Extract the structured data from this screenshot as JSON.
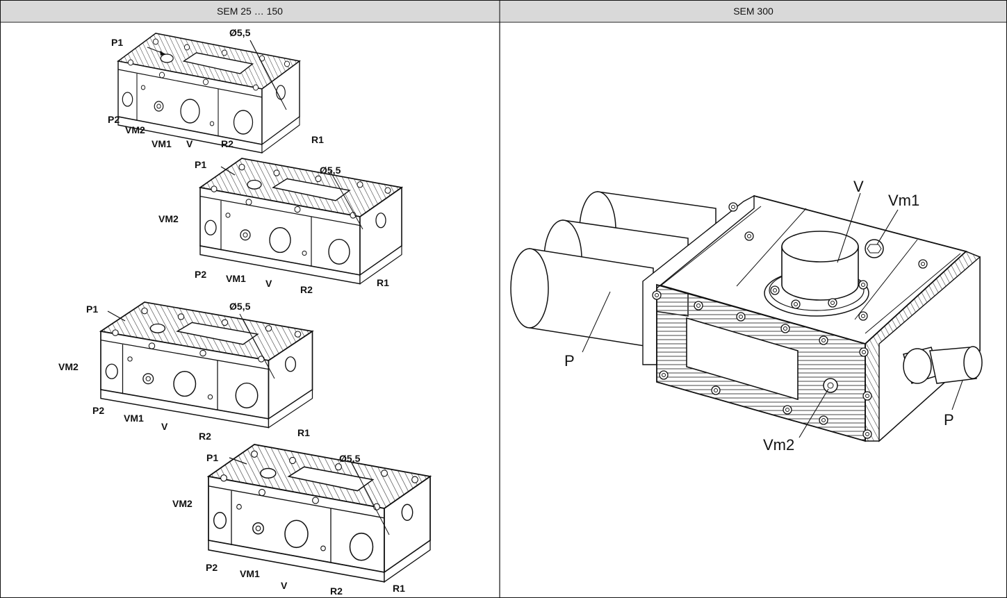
{
  "table": {
    "columns": [
      {
        "header": "SEM 25 … 150"
      },
      {
        "header": "SEM 300"
      }
    ]
  },
  "left_figure": {
    "views": [
      {
        "labels": {
          "p1": "P1",
          "d": "Ø5,5",
          "p2": "P2",
          "vm2": "VM2",
          "vm1": "VM1",
          "v": "V",
          "r2": "R2",
          "r1": "R1"
        }
      },
      {
        "labels": {
          "p1": "P1",
          "d": "Ø5,5",
          "p2": "P2",
          "vm2": "VM2",
          "vm1": "VM1",
          "v": "V",
          "r2": "R2",
          "r1": "R1"
        }
      },
      {
        "labels": {
          "p1": "P1",
          "d": "Ø5,5",
          "p2": "P2",
          "vm2": "VM2",
          "vm1": "VM1",
          "v": "V",
          "r2": "R2",
          "r1": "R1"
        }
      },
      {
        "labels": {
          "p1": "P1",
          "d": "Ø5,5",
          "p2": "P2",
          "vm2": "VM2",
          "vm1": "VM1",
          "v": "V",
          "r2": "R2",
          "r1": "R1"
        }
      }
    ]
  },
  "right_figure": {
    "labels": {
      "v": "V",
      "vm1": "Vm1",
      "p_left": "P",
      "vm2": "Vm2",
      "p_right": "P"
    }
  }
}
